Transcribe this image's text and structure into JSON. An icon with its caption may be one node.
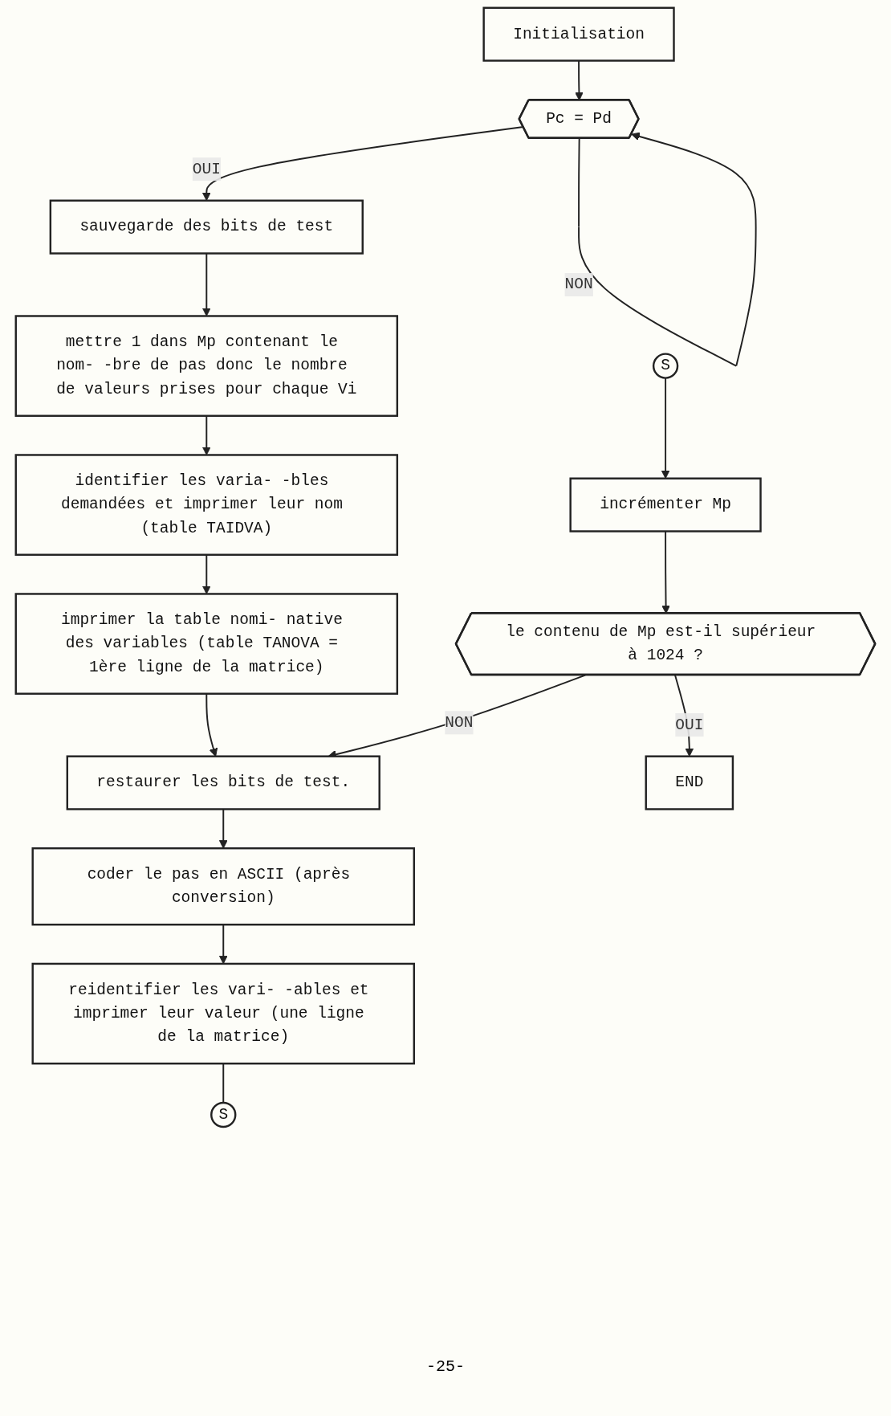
{
  "diagram": {
    "nodes": [
      {
        "text": [
          "Initialisation"
        ]
      },
      {
        "text": [
          "Pc = Pd"
        ]
      },
      {
        "text": [
          "sauvegarde des bits de test"
        ]
      },
      {
        "text": [
          "mettre 1 dans Mp contenant le nom- -bre de pas donc le nombre de valeurs prises pour chaque Vi"
        ]
      },
      {
        "text": [
          "identifier les varia- -bles demandées et imprimer leur nom (table TAIDVA)"
        ]
      },
      {
        "text": [
          "imprimer la table nomi- native des variables (table TANOVA = 1ère ligne de la matrice)"
        ]
      },
      {
        "text": [
          "restaurer les bits de test."
        ]
      },
      {
        "text": [
          "coder le pas en ASCII (après conversion)"
        ]
      },
      {
        "text": [
          "reidentifier les vari- -ables et imprimer leur valeur (une ligne de la matrice)"
        ]
      },
      {
        "text": [
          "S"
        ]
      },
      {
        "text": [
          "S"
        ]
      },
      {
        "text": [
          "incrémenter Mp"
        ]
      },
      {
        "text": [
          "le contenu de Mp est-il supérieur à 1024 ?"
        ]
      },
      {
        "text": [
          "END"
        ]
      }
    ],
    "edges": [
      {
        "from": 0,
        "to": 1,
        "arrow": "to"
      },
      {
        "from": 1,
        "to": 1,
        "arrow": "to",
        "label": "NON"
      },
      {
        "from": 1,
        "to": 2,
        "arrow": "to",
        "label": "OUI"
      },
      {
        "from": 2,
        "to": 3,
        "arrow": "to"
      },
      {
        "from": 3,
        "to": 4,
        "arrow": "to"
      },
      {
        "from": 4,
        "to": 5,
        "arrow": "to"
      },
      {
        "from": 5,
        "to": 6,
        "arrow": "to"
      },
      {
        "from": 6,
        "to": 7,
        "arrow": "to"
      },
      {
        "from": 7,
        "to": 8,
        "arrow": "to"
      },
      {
        "from": 8,
        "to": 9,
        "arrow": "none"
      },
      {
        "from": 10,
        "to": 11,
        "arrow": "to"
      },
      {
        "from": 11,
        "to": 12,
        "arrow": "to"
      },
      {
        "from": 12,
        "to": 13,
        "arrow": "to",
        "label": "OUI"
      },
      {
        "from": 12,
        "to": 6,
        "arrow": "to",
        "label": "NON"
      }
    ],
    "labels": [
      "-25-"
    ]
  }
}
